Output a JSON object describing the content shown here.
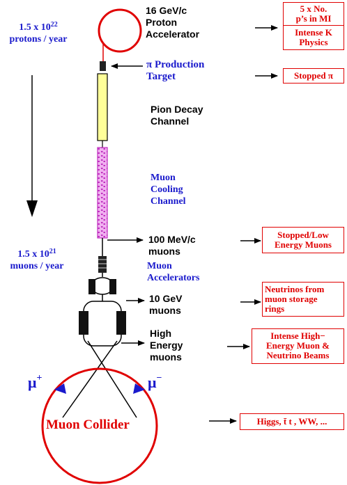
{
  "left_labels": {
    "protons_rate": {
      "base": "1.5 x 10",
      "exp": "22",
      "unit": "protons / year"
    },
    "muons_rate": {
      "base": "1.5 x 10",
      "exp": "21",
      "unit": "muons / year"
    }
  },
  "stages": {
    "proton_accelerator": [
      "16 GeV/c",
      "Proton",
      "Accelerator"
    ],
    "production_target": [
      "π Production",
      "Target"
    ],
    "pion_decay": [
      "Pion Decay",
      "Channel"
    ],
    "muon_cooling": [
      "Muon",
      "Cooling",
      "Channel"
    ],
    "muons_100mev": [
      "100 MeV/c",
      "muons"
    ],
    "muon_accelerators": [
      "Muon",
      "Accelerators"
    ],
    "muons_10gev": [
      "10 GeV",
      "muons"
    ],
    "high_energy_muons": [
      "High",
      "Energy",
      "muons"
    ]
  },
  "ring": {
    "label": "Muon Collider",
    "mu_plus": "μ",
    "mu_plus_sign": "+",
    "mu_minus": "μ",
    "mu_minus_sign": "−"
  },
  "physics_boxes": {
    "pot_mi": [
      "5 x No.",
      "p’s in MI"
    ],
    "intense_k": [
      "Intense K",
      "Physics"
    ],
    "stopped_pi": [
      "Stopped π"
    ],
    "stopped_low_muons": [
      "Stopped/Low",
      "Energy Muons"
    ],
    "neutrinos_storage": [
      "Neutrinos from",
      "muon storage",
      "rings"
    ],
    "intense_beams": [
      "Intense High−",
      "Energy  Muon &",
      "Neutrino Beams"
    ],
    "higgs": [
      "Higgs, t̄ t , WW, ..."
    ]
  },
  "colors": {
    "accent_red": "#e00000",
    "label_blue": "#1a1acc",
    "cooling_magenta": "#d040d0",
    "decay_yellow": "#ffff99"
  }
}
